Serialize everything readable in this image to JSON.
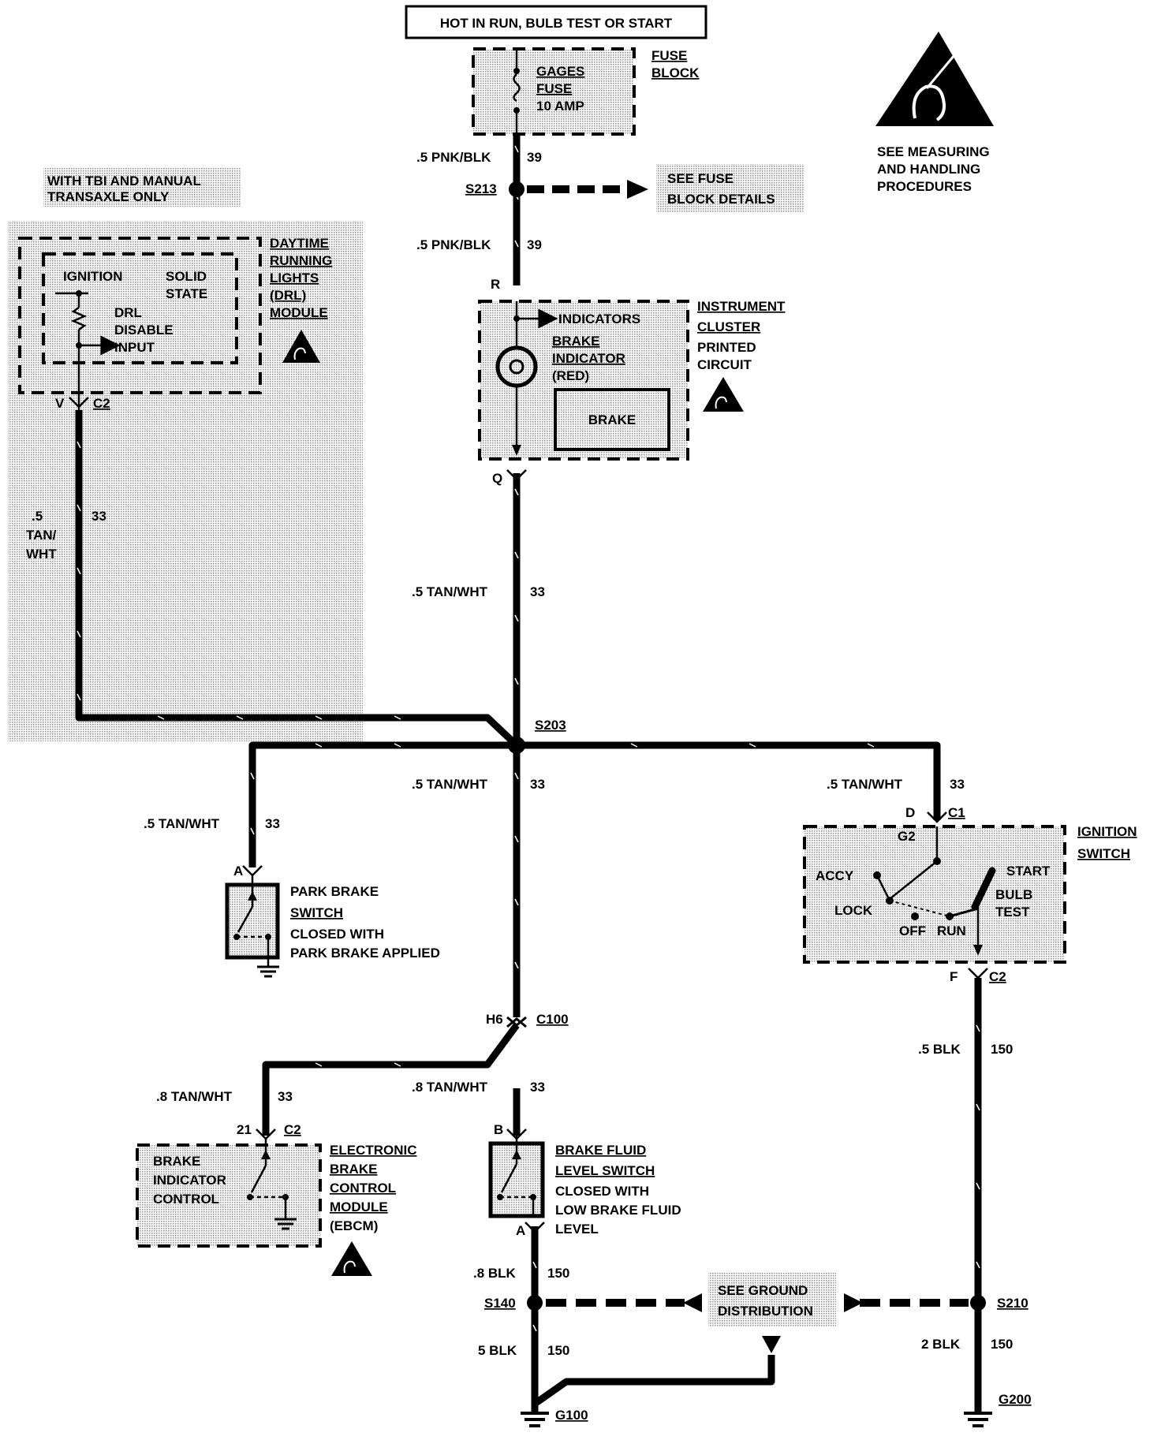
{
  "header": {
    "power_label": "HOT IN RUN, BULB TEST OR START"
  },
  "fuse_block": {
    "fuse_name_1": "GAGES",
    "fuse_name_2": "FUSE",
    "fuse_rating": "10 AMP",
    "label_1": "FUSE",
    "label_2": "BLOCK"
  },
  "esd_notice": {
    "line_1": "SEE  MEASURING",
    "line_2": "AND HANDLING",
    "line_3": "PROCEDURES"
  },
  "wires": {
    "fuse_to_s213": {
      "gauge_color": ".5 PNK/BLK",
      "circuit": "39"
    },
    "s213_to_cluster": {
      "gauge_color": ".5 PNK/BLK",
      "circuit": "39"
    },
    "cluster_to_s203": {
      "gauge_color": ".5 TAN/WHT",
      "circuit": "33"
    },
    "drl_wire": {
      "gauge": ".5",
      "color_1": "TAN/",
      "color_2": "WHT",
      "circuit": "33"
    },
    "s203_to_c100": {
      "gauge_color": ".5 TAN/WHT",
      "circuit": "33"
    },
    "s203_to_park": {
      "gauge_color": ".5 TAN/WHT",
      "circuit": "33"
    },
    "s203_to_ignition": {
      "gauge_color": ".5 TAN/WHT",
      "circuit": "33"
    },
    "c100_to_ebcm": {
      "gauge_color": ".8 TAN/WHT",
      "circuit": "33"
    },
    "c100_to_fluid": {
      "gauge_color": ".8 TAN/WHT",
      "circuit": "33"
    },
    "ign_to_s210": {
      "gauge_color": ".5 BLK",
      "circuit": "150"
    },
    "fluid_to_s140": {
      "gauge_color": ".8 BLK",
      "circuit": "150"
    },
    "s140_to_g100": {
      "gauge_color": "5 BLK",
      "circuit": "150"
    },
    "s210_to_g200": {
      "gauge_color": "2 BLK",
      "circuit": "150"
    }
  },
  "splices": {
    "s213": "S213",
    "s203": "S203",
    "s140": "S140",
    "s210": "S210"
  },
  "see_fuse_block": {
    "line_1": "SEE FUSE",
    "line_2": "BLOCK DETAILS"
  },
  "see_ground": {
    "line_1": "SEE GROUND",
    "line_2": "DISTRIBUTION"
  },
  "drl": {
    "note_1": "WITH TBI AND MANUAL",
    "note_2": "TRANSAXLE ONLY",
    "ignition": "IGNITION",
    "solid": "SOLID",
    "state": "STATE",
    "drl": "DRL",
    "disable": "DISABLE",
    "input": "INPUT",
    "name_1": "DAYTIME",
    "name_2": "RUNNING",
    "name_3": "LIGHTS",
    "name_4": "(DRL)",
    "name_5": "MODULE",
    "pin": "V",
    "connector": "C2"
  },
  "cluster": {
    "pin_in": "R",
    "pin_out": "Q",
    "indicators": "INDICATORS",
    "brake_indicator_1": "BRAKE",
    "brake_indicator_2": "INDICATOR",
    "brake_indicator_3": "(RED)",
    "display_text": "BRAKE",
    "name_1": "INSTRUMENT",
    "name_2": "CLUSTER",
    "name_3": "PRINTED",
    "name_4": "CIRCUIT"
  },
  "park_brake": {
    "pin": "A",
    "name_1": "PARK BRAKE",
    "name_2": "SWITCH",
    "desc_1": "CLOSED WITH",
    "desc_2": "PARK BRAKE APPLIED"
  },
  "ignition_switch": {
    "pin_top": "D",
    "connector_top": "C1",
    "terminal": "G2",
    "accy": "ACCY",
    "lock": "LOCK",
    "off": "OFF",
    "run": "RUN",
    "start": "START",
    "bulb": "BULB",
    "test": "TEST",
    "pin_bottom": "F",
    "connector_bottom": "C2",
    "name_1": "IGNITION",
    "name_2": "SWITCH"
  },
  "c100": {
    "pin": "H6",
    "connector": "C100"
  },
  "ebcm": {
    "pin": "21",
    "connector": "C2",
    "inner_1": "BRAKE",
    "inner_2": "INDICATOR",
    "inner_3": "CONTROL",
    "name_1": "ELECTRONIC",
    "name_2": "BRAKE",
    "name_3": "CONTROL",
    "name_4": "MODULE",
    "name_5": "(EBCM)"
  },
  "brake_fluid": {
    "pin_top": "B",
    "pin_bottom": "A",
    "name_1": "BRAKE FLUID",
    "name_2": "LEVEL SWITCH",
    "desc_1": "CLOSED WITH",
    "desc_2": "LOW BRAKE FLUID",
    "desc_3": "LEVEL"
  },
  "grounds": {
    "g100": "G100",
    "g200": "G200"
  }
}
